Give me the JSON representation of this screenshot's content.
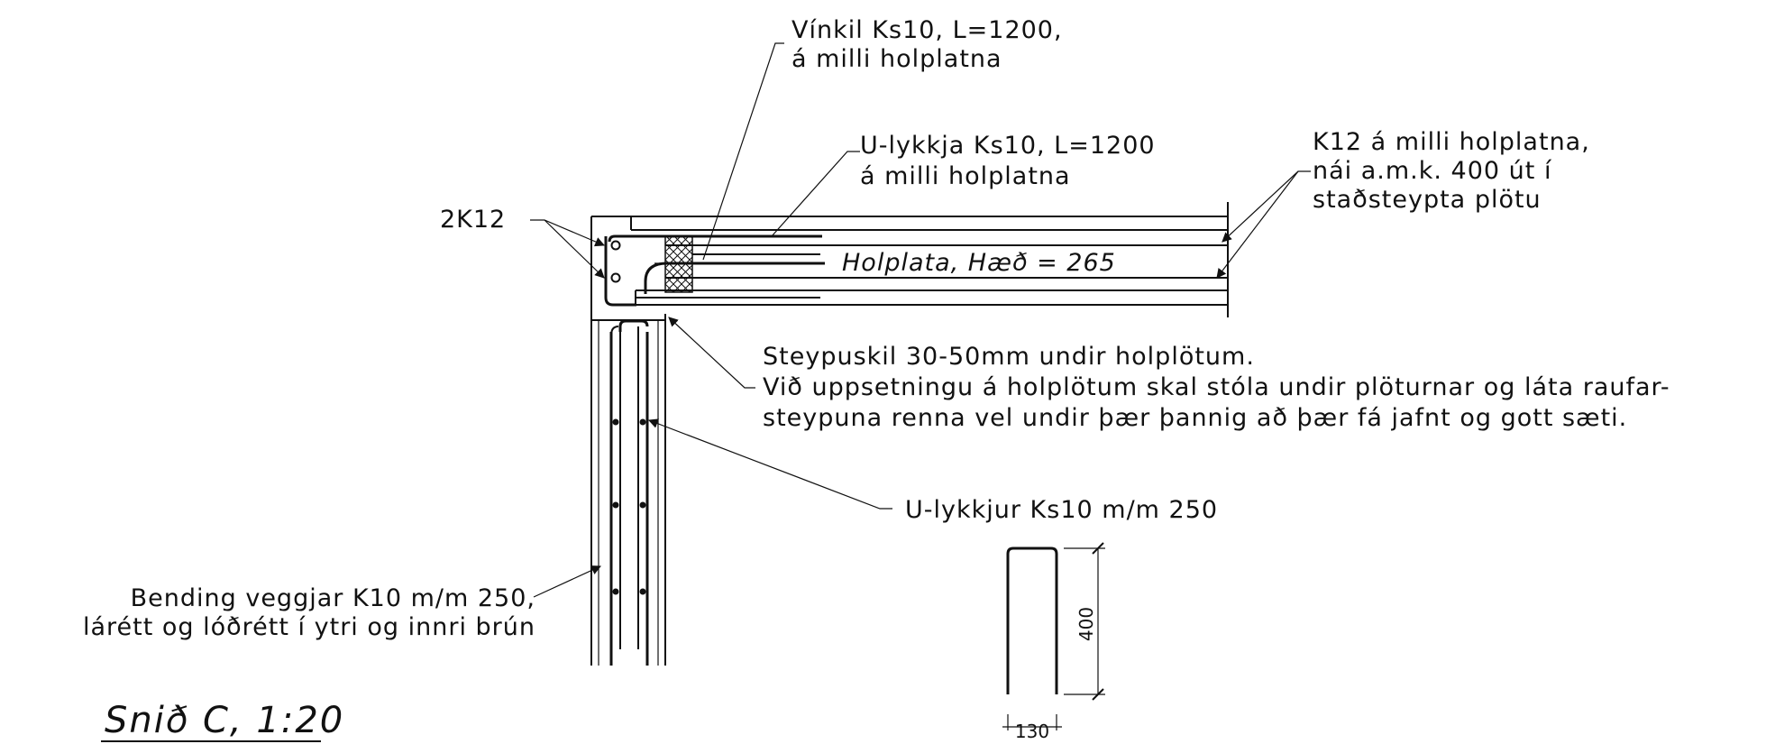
{
  "labels": {
    "vinkil_line1": "Vínkil Ks10, L=1200,",
    "vinkil_line2": "á milli holplatna",
    "ulykkja_line1": "U-lykkja Ks10, L=1200",
    "ulykkja_line2": "á milli holplatna",
    "k12_line1": "K12 á milli holplatna,",
    "k12_line2": "nái a.m.k. 400 út í",
    "k12_line3": "staðsteypta plötu",
    "k12_pair": "2K12",
    "holplata": "Holplata, Hæð = 265",
    "steypuskil_line1": "Steypuskil 30-50mm undir holplötum.",
    "steypuskil_line2": "Við uppsetningu á holplötum skal stóla undir plöturnar og láta raufar-",
    "steypuskil_line3": "steypuna renna vel undir þær þannig að þær fá jafnt og gott sæti.",
    "ulykkjur": "U-lykkjur Ks10 m/m 250",
    "bending_line1": "Bending veggjar K10 m/m 250,",
    "bending_line2": "lárétt og lóðrétt í ytri og innri brún",
    "dim_height": "400",
    "dim_width": "130"
  },
  "title": "Snið C, 1:20"
}
